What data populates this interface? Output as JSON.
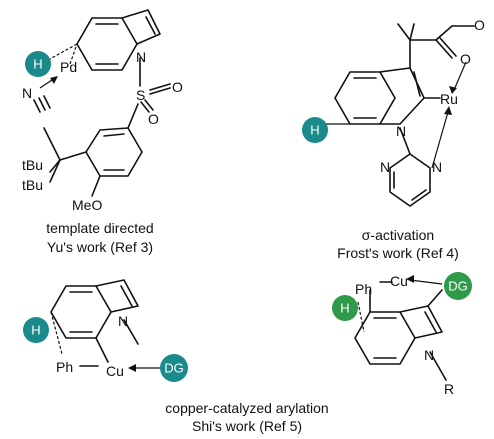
{
  "colors": {
    "teal": "#1a8a8a",
    "green": "#2e9a4a",
    "ink": "#111111"
  },
  "atoms": {
    "H": "H",
    "Pd": "Pd",
    "N": "N",
    "S": "S",
    "O": "O",
    "tBu1": "tBu",
    "tBu2": "tBu",
    "MeO": "MeO",
    "Ru": "Ru",
    "Ph": "Ph",
    "Cu": "Cu",
    "DG": "DG",
    "R": "R"
  },
  "captions": {
    "yu": [
      "template directed",
      "Yu's work (Ref 3)"
    ],
    "frost": [
      "σ-activation",
      "Frost's work (Ref 4)"
    ],
    "shi": [
      "copper-catalyzed arylation",
      "Shi's work (Ref 5)"
    ]
  }
}
